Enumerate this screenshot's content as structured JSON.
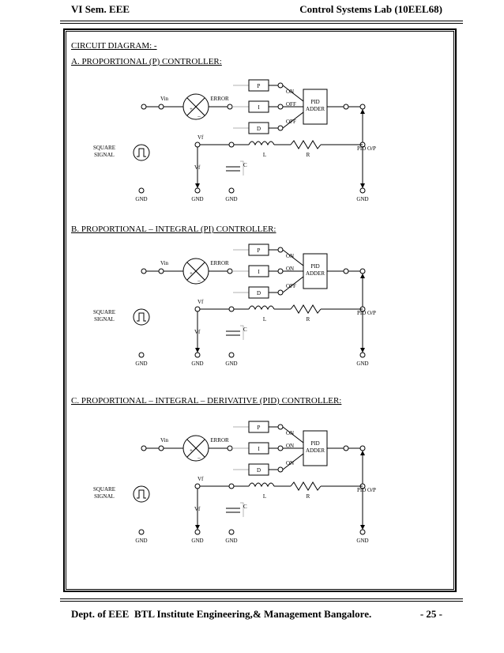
{
  "header": {
    "left": "VI Sem. EEE",
    "right": "Control Systems Lab (10EEL68)"
  },
  "page_heading": "CIRCUIT DIAGRAM: -",
  "footer": {
    "dept": "Dept. of EEE",
    "institute": "BTL Institute Engineering,& Management Bangalore.",
    "page": "- 25 -"
  },
  "labels": {
    "vin": "Vin",
    "error": "ERROR",
    "plus": "+",
    "minus": "_",
    "p": "P",
    "i": "I",
    "d": "D",
    "pid_adder_1": "PID",
    "pid_adder_2": "ADDER",
    "vf": "Vf",
    "square_1": "SQUARE",
    "square_2": "SIGNAL",
    "l": "L",
    "r": "R",
    "c": "C",
    "gnd": "GND",
    "pid_op": "PID O/P"
  },
  "sections": [
    {
      "title": "A. PROPORTIONAL (P) CONTROLLER:",
      "switches": [
        "ON",
        "OFF",
        "OFF"
      ]
    },
    {
      "title": "B. PROPORTIONAL – INTEGRAL (PI) CONTROLLER:",
      "switches": [
        "ON",
        "ON",
        "OFF"
      ]
    },
    {
      "title": "C. PROPORTIONAL – INTEGRAL – DERIVATIVE (PID) CONTROLLER:",
      "switches": [
        "ON",
        "ON",
        "ON"
      ]
    }
  ]
}
